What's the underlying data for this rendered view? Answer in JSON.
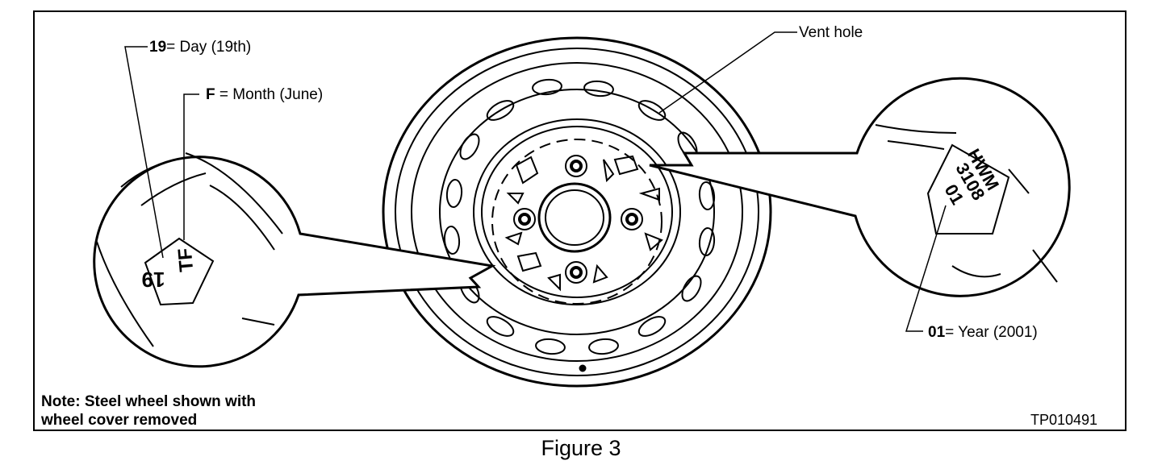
{
  "labels": {
    "day_code": "19",
    "day_desc": "= Day (19th)",
    "month_code": "F",
    "month_desc": " = Month (June)",
    "vent_hole": "Vent hole",
    "year_code": "01",
    "year_desc": "= Year (2001)"
  },
  "stamp_left": {
    "line1": "19",
    "line2": "TF"
  },
  "stamp_right": {
    "line1": "HWM",
    "line2": "3108",
    "line3": "01"
  },
  "note": {
    "line1": "Note: Steel wheel shown with",
    "line2": "wheel cover removed"
  },
  "figure_code": "TP010491",
  "caption": "Figure 3"
}
